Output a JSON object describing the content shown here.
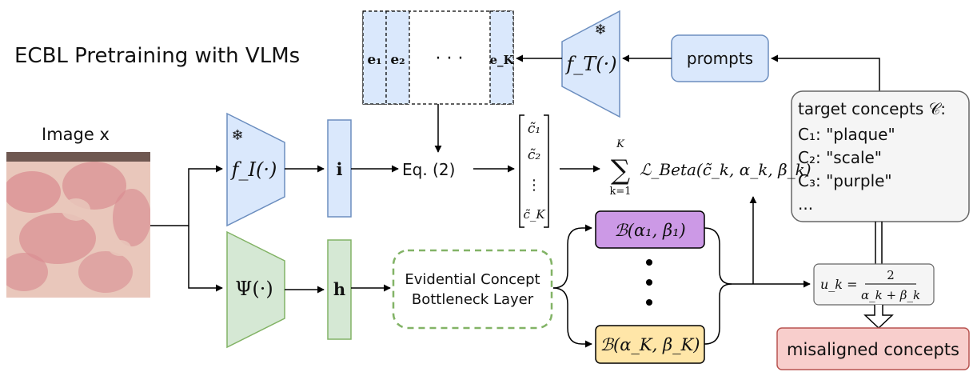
{
  "title": "ECBL Pretraining with VLMs",
  "image_label": "Image x",
  "image_colors": {
    "skin": "#e9c7bb",
    "lesion": "#d98e92"
  },
  "encoders": {
    "image_encoder": "f_I(·)",
    "text_encoder": "f_T(·)",
    "backbone": "Ψ(·)",
    "frozen_icon": "snowflake-icon"
  },
  "features": {
    "image_feature": "i",
    "hidden_feature": "h"
  },
  "text_embeddings": {
    "first": "e₁",
    "second": "e₂",
    "dots": "· · ·",
    "last": "e_K"
  },
  "equation_ref": "Eq. (2)",
  "concept_scores": {
    "first": "c̃₁",
    "second": "c̃₂",
    "dots": "⋮",
    "last": "c̃_K"
  },
  "loss": {
    "sum_top": "K",
    "sum_bottom": "k=1",
    "expression": "ℒ_Beta(c̃_k, α_k, β_k)"
  },
  "prompts_label": "prompts",
  "target_concepts": {
    "header": "target concepts 𝒞:",
    "items": [
      "C₁: \"plaque\"",
      "C₂: \"scale\"",
      "C₃: \"purple\""
    ],
    "more": "..."
  },
  "ecbl_label": [
    "Evidential Concept",
    "Bottleneck Layer"
  ],
  "beta_top": "ℬ(α₁, β₁)",
  "beta_bottom": "ℬ(α_K, β_K)",
  "uncertainty": {
    "lhs": "u_k =",
    "numerator": "2",
    "denominator": "α_k + β_k"
  },
  "misaligned_label": "misaligned concepts",
  "colors": {
    "blue_fill": "#dae8fc",
    "blue_stroke": "#6c8ebf",
    "green_fill": "#d5e8d4",
    "green_stroke": "#82b366",
    "purple_fill": "#cc99e6",
    "yellow_fill": "#ffe6a8",
    "red_fill": "#f8cecc",
    "red_stroke": "#b85450",
    "gray_fill": "#f5f5f5",
    "gray_stroke": "#666666"
  }
}
